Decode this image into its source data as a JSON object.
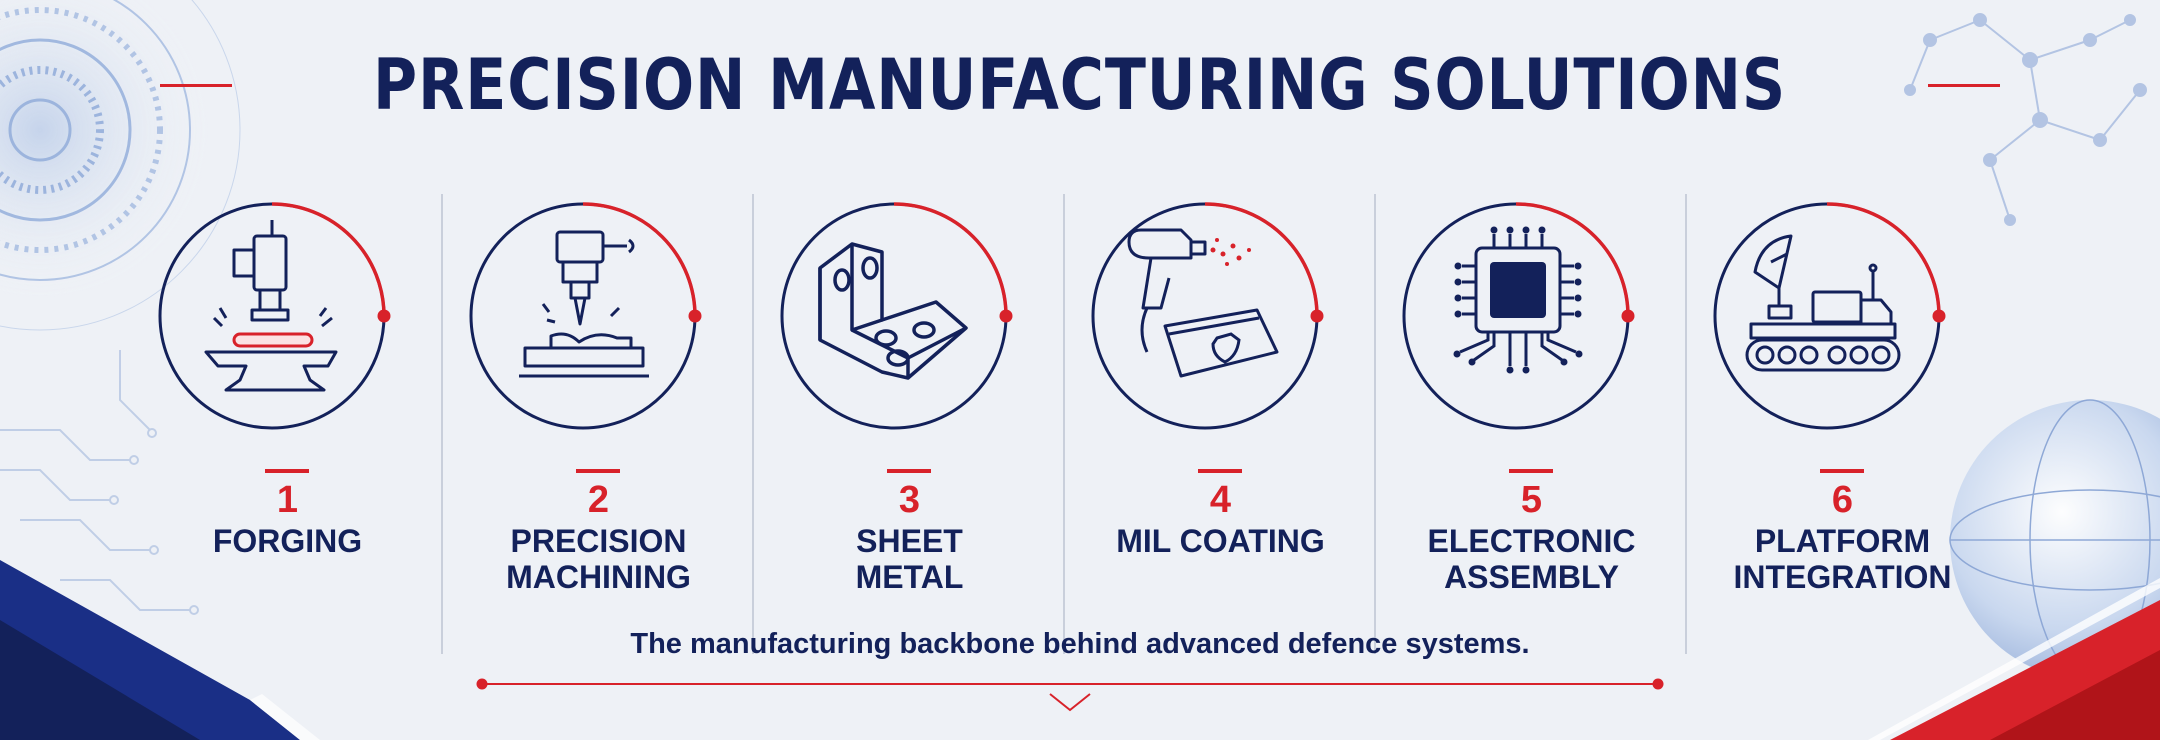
{
  "header": {
    "title": "PRECISION MANUFACTURING SOLUTIONS"
  },
  "steps": [
    {
      "number": "1",
      "label_lines": [
        "FORGING"
      ],
      "icon": "forging-press-icon"
    },
    {
      "number": "2",
      "label_lines": [
        "PRECISION",
        "MACHINING"
      ],
      "icon": "cnc-mill-icon"
    },
    {
      "number": "3",
      "label_lines": [
        "SHEET",
        "METAL"
      ],
      "icon": "bracket-icon"
    },
    {
      "number": "4",
      "label_lines": [
        "MIL COATING"
      ],
      "icon": "spray-gun-icon"
    },
    {
      "number": "5",
      "label_lines": [
        "ELECTRONIC",
        "ASSEMBLY"
      ],
      "icon": "microchip-icon"
    },
    {
      "number": "6",
      "label_lines": [
        "PLATFORM",
        "INTEGRATION"
      ],
      "icon": "tracked-vehicle-radar-icon"
    }
  ],
  "footer": {
    "tagline": "The manufacturing backbone behind advanced defence systems."
  },
  "colors": {
    "navy": "#13215a",
    "red": "#d8222a",
    "background": "#eef1f6",
    "divider": "#c9cfdb"
  }
}
